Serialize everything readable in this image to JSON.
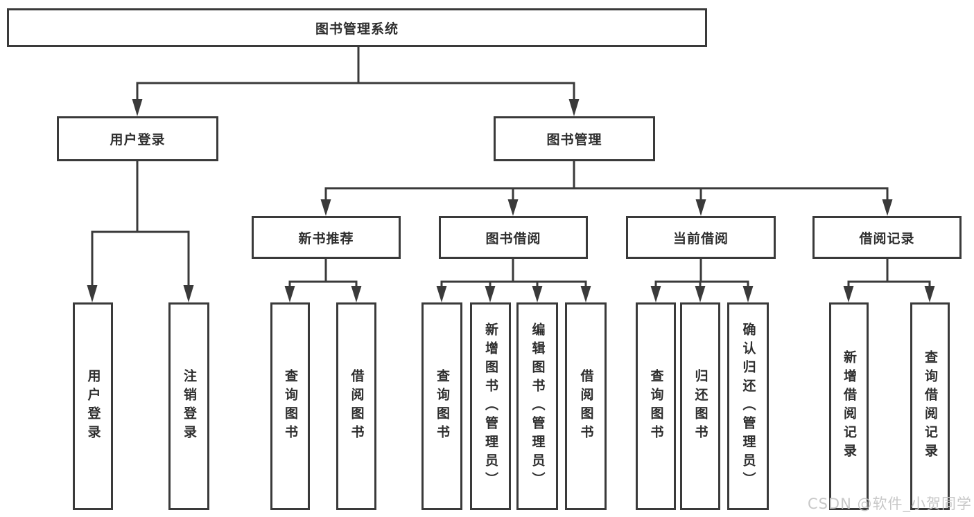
{
  "diagram": {
    "title": "图书管理系统",
    "nodes": {
      "root": "图书管理系统",
      "login": "用户登录",
      "mgmt": "图书管理",
      "login_user": "用户登录",
      "login_logout": "注销登录",
      "rec": "新书推荐",
      "borrow": "图书借阅",
      "current": "当前借阅",
      "record": "借阅记录",
      "rec_query": "查询图书",
      "rec_borrow": "借阅图书",
      "borrow_query": "查询图书",
      "borrow_add": "新增图书（管理员）",
      "borrow_edit": "编辑图书（管理员）",
      "borrow_borrow": "借阅图书",
      "cur_query": "查询图书",
      "cur_return": "归还图书",
      "cur_confirm": "确认归还（管理员）",
      "rec2_add": "新增借阅记录",
      "rec2_query": "查询借阅记录"
    },
    "hierarchy": {
      "图书管理系统": [
        "用户登录",
        "图书管理"
      ],
      "用户登录": [
        "用户登录",
        "注销登录"
      ],
      "图书管理": [
        "新书推荐",
        "图书借阅",
        "当前借阅",
        "借阅记录"
      ],
      "新书推荐": [
        "查询图书",
        "借阅图书"
      ],
      "图书借阅": [
        "查询图书",
        "新增图书（管理员）",
        "编辑图书（管理员）",
        "借阅图书"
      ],
      "当前借阅": [
        "查询图书",
        "归还图书",
        "确认归还（管理员）"
      ],
      "借阅记录": [
        "新增借阅记录",
        "查询借阅记录"
      ]
    },
    "colors": {
      "line": "#3a3a3a",
      "text": "#2e2e2e",
      "box_background": "#ffffff",
      "watermark": "#c5c5c5"
    }
  },
  "watermark": {
    "text": "CSDN @软件_小贺同学"
  }
}
